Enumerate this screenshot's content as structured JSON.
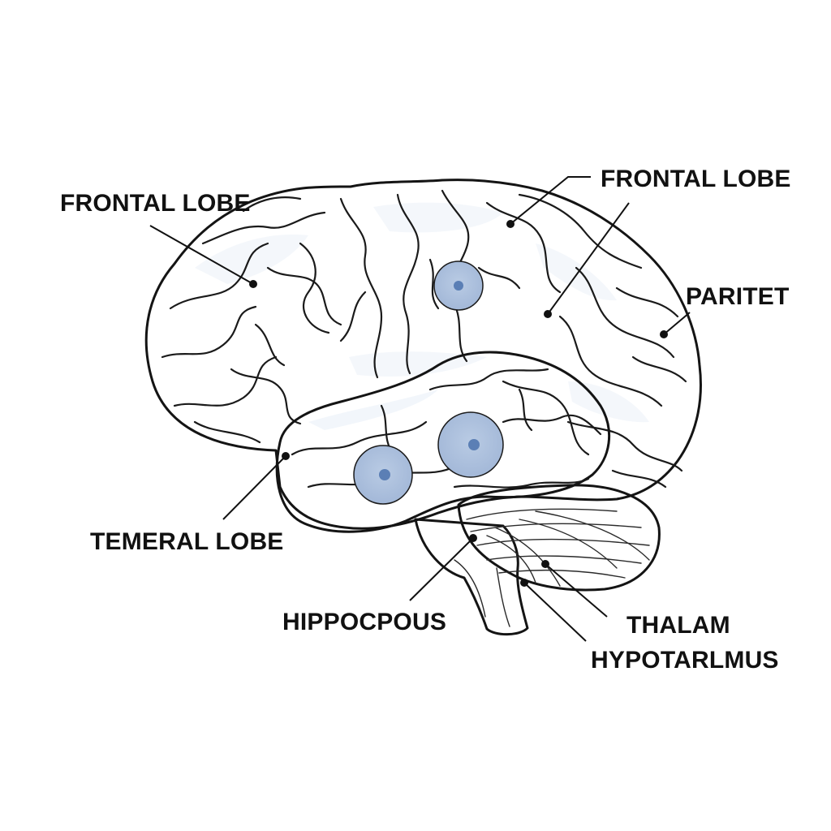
{
  "colors": {
    "background": "#ffffff",
    "brain_fill": "#dfe8f4",
    "highlight_fill": "#f4f7fb",
    "marker_fill": "#a9bedb",
    "marker_center": "#5b7fb5",
    "ink": "#111111"
  },
  "labels": {
    "frontal_left": "FRONTAL LOBE",
    "frontal_right": "FRONTAL LOBE",
    "parietal": "PARITET",
    "temporal": "TEMERAL LOBE",
    "hippocampus": "HIPPOCPOUS",
    "thalamus": "THALAM",
    "hypothalamus": "HYPOTARLMUS"
  }
}
